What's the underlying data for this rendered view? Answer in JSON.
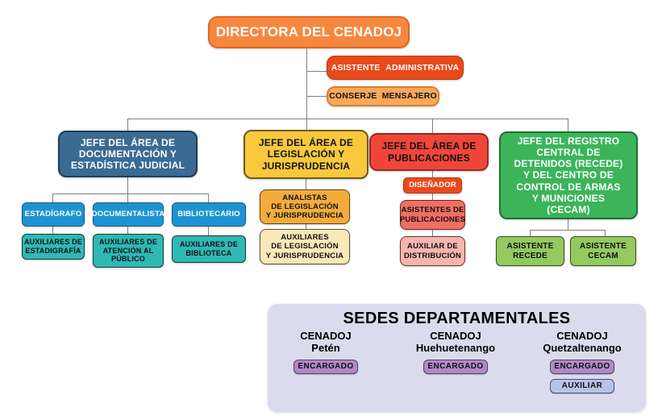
{
  "colors": {
    "orange": "#F6873E",
    "orange-border": "#E2671C",
    "vermillion": "#E84A1C",
    "vermillion-border": "#C2350E",
    "light-orange": "#F9A95C",
    "light-orange-border": "#DD7E2E",
    "steel-blue": "#3A6B93",
    "steel-blue-border": "#1F3D55",
    "yellow": "#F8C93D",
    "yellow-border": "#6E5A1C",
    "red": "#F0463A",
    "red-border": "#9C2A20",
    "green": "#3CB45A",
    "green-border": "#1E7236",
    "bright-blue": "#1D93D2",
    "bright-blue-border": "#135E88",
    "teal": "#2FB8B4",
    "teal-border": "#123D3C",
    "amber": "#F3AC3C",
    "amber-border": "#5C4712",
    "cream": "#FBE8B9",
    "cream-border": "#63522A",
    "salmon": "#F06F63",
    "salmon-border": "#6E251D",
    "pink": "#F5B6AE",
    "pink-border": "#70312A",
    "light-green": "#93C95F",
    "light-green-border": "#37521F",
    "panel": "#DBDBEE",
    "purple": "#B388C6",
    "purple-border": "#544066",
    "periwinkle": "#B6C3E9",
    "periwinkle-border": "#47557E",
    "line": "#7F7F7F"
  },
  "org": {
    "root": "DIRECTORA DEL CENADOJ",
    "assistant": "ASISTENTE ADMINISTRATIVA",
    "messenger": "CONSERJE MENSAJERO",
    "documentation": {
      "head": "JEFE DEL ÁREA DE\nDOCUMENTACIÓN Y\nESTADÍSTICA JUDICIAL",
      "positions": [
        "ESTADÍGRAFO",
        "DOCUMENTALISTA",
        "BIBLIOTECARIO"
      ],
      "auxiliaries": [
        "AUXILIARES DE\nESTADIGRAFÍA",
        "AUXILIARES DE\nATENCIÓN AL\nPÚBLICO",
        "AUXILIARES DE\nBIBLIOTECA"
      ]
    },
    "legislation": {
      "head": "JEFE DEL ÁREA DE\nLEGISLACIÓN Y\nJURISPRUDENCIA",
      "analysts": "ANALISTAS\nDE LEGISLACIÓN\nY JURISPRUDENCIA",
      "auxiliaries": "AUXILIARES\nDE LEGISLACIÓN\nY JURISPRUDENCIA"
    },
    "publications": {
      "head": "JEFE DEL ÁREA DE\nPUBLICACIONES",
      "designer": "DISEÑADOR",
      "assistants": "ASISTENTES DE\nPUBLICACIONES",
      "distribution": "AUXILIAR DE\nDISTRIBUCIÓN"
    },
    "recede": {
      "head": "JEFE DEL REGISTRO\nCENTRAL DE\nDETENIDOS (RECEDE)\nY DEL CENTRO DE\nCONTROL DE ARMAS\nY MUNICIONES\n(CECAM)",
      "assistants": [
        "ASISTENTE\nRECEDE",
        "ASISTENTE\nCECAM"
      ]
    }
  },
  "sedes": {
    "title": "SEDES DEPARTAMENTALES",
    "locations": [
      {
        "org": "CENADOJ",
        "city": "Petén",
        "roles": [
          "ENCARGADO"
        ]
      },
      {
        "org": "CENADOJ",
        "city": "Huehuetenango",
        "roles": [
          "ENCARGADO"
        ]
      },
      {
        "org": "CENADOJ",
        "city": "Quetzaltenango",
        "roles": [
          "ENCARGADO",
          "AUXILIAR"
        ]
      }
    ]
  }
}
